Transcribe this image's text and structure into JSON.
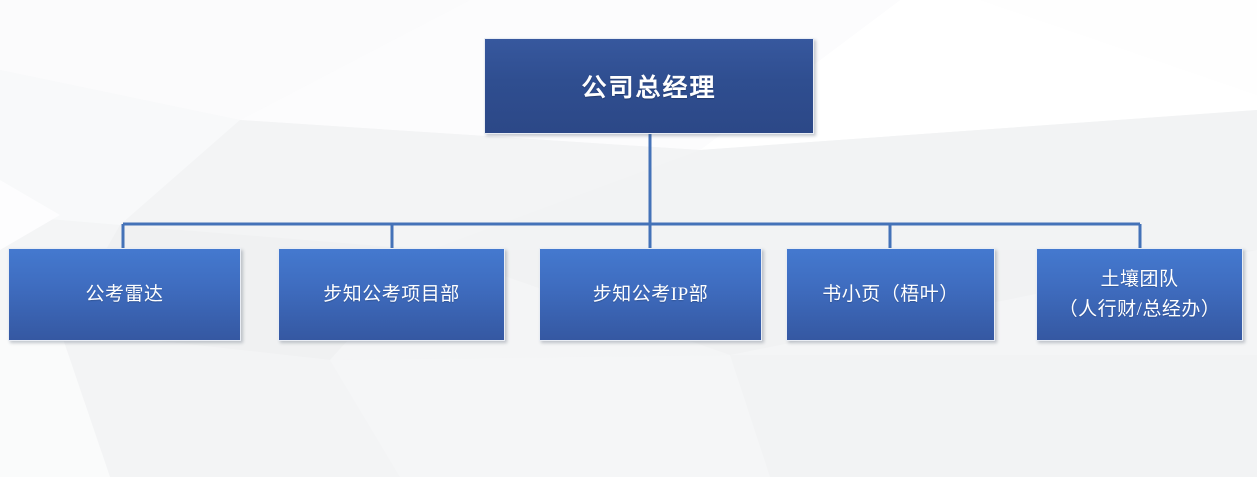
{
  "chart": {
    "type": "org-chart",
    "title_text": "",
    "accent_color": "#4170c8",
    "root_color": "#2f4e90",
    "connector_color": "#4472b8",
    "text_color": "#ffffff",
    "background_color": "#f6f7f8"
  },
  "root": {
    "label": "公司总经理"
  },
  "children": [
    {
      "label": "公考雷达",
      "line1": "公考雷达",
      "line2": ""
    },
    {
      "label": "步知公考项目部",
      "line1": "步知公考项目部",
      "line2": ""
    },
    {
      "label": "步知公考IP部",
      "line1": "步知公考IP部",
      "line2": ""
    },
    {
      "label": "书小页（梧叶）",
      "line1": "书小页（梧叶）",
      "line2": ""
    },
    {
      "label": "土壤团队（人行财/总经办）",
      "line1": "土壤团队",
      "line2": "（人行财/总经办）"
    }
  ]
}
